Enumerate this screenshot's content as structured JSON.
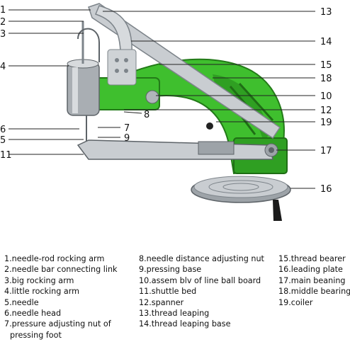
{
  "callouts": [
    {
      "num": "1",
      "label": "needle-rod rocking arm"
    },
    {
      "num": "2",
      "label": "needle bar connecting link"
    },
    {
      "num": "3",
      "label": "big rocking arm"
    },
    {
      "num": "4",
      "label": "little rocking arm"
    },
    {
      "num": "5",
      "label": "needle"
    },
    {
      "num": "6",
      "label": "needle head"
    },
    {
      "num": "7",
      "label": "pressure adjusting nut of pressing foot"
    },
    {
      "num": "8",
      "label": "needle distance adjusting nut"
    },
    {
      "num": "9",
      "label": "pressing base"
    },
    {
      "num": "10",
      "label": "assem blv of line ball board"
    },
    {
      "num": "11",
      "label": "shuttle bed"
    },
    {
      "num": "12",
      "label": "spanner"
    },
    {
      "num": "13",
      "label": "thread leaping"
    },
    {
      "num": "14",
      "label": "thread leaping base"
    },
    {
      "num": "15",
      "label": "thread bearer"
    },
    {
      "num": "16",
      "label": "leading plate"
    },
    {
      "num": "17",
      "label": "main beaning"
    },
    {
      "num": "18",
      "label": "middle bearing"
    },
    {
      "num": "19",
      "label": "coiler"
    }
  ],
  "legend": {
    "col1": [
      {
        "text": "1.needle-rod rocking arm"
      },
      {
        "text": "2.needle bar connecting link"
      },
      {
        "text": "3.big rocking arm"
      },
      {
        "text": "4.little rocking arm"
      },
      {
        "text": "5.needle"
      },
      {
        "text": "6.needle head"
      },
      {
        "text": "7.pressure adjusting nut of",
        "cont": "pressing foot"
      }
    ],
    "col2": [
      {
        "text": "8.needle distance adjusting nut"
      },
      {
        "text": "9.pressing base"
      },
      {
        "text": "10.assem blv of line ball board"
      },
      {
        "text": "11.shuttle bed"
      },
      {
        "text": "12.spanner"
      },
      {
        "text": "13.thread leaping"
      },
      {
        "text": "14.thread leaping base"
      }
    ],
    "col3": [
      {
        "text": "15.thread bearer"
      },
      {
        "text": "16.leading plate"
      },
      {
        "text": "17.main beaning"
      },
      {
        "text": "18.middle bearing"
      },
      {
        "text": "19.coiler"
      }
    ]
  },
  "colors": {
    "body_green": "#3fbf2e",
    "dark_green": "#237a18",
    "steel": "#c9cdd1",
    "steel_dark": "#7d848a",
    "handle_black": "#1a1a1a"
  }
}
